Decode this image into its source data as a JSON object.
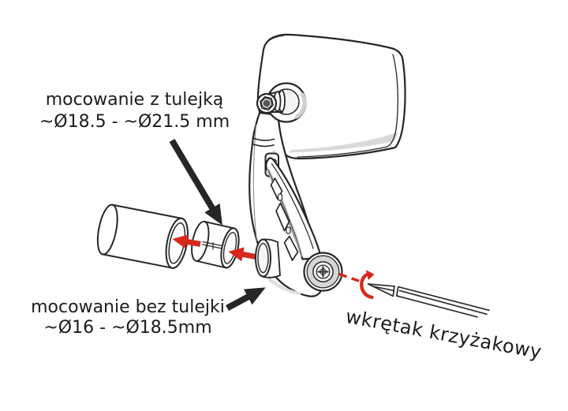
{
  "page": {
    "background": "#ffffff"
  },
  "colors": {
    "line": "#262626",
    "red_accent": "#d8281c",
    "shading": "#d9d9d9",
    "text": "#1c1c1c"
  },
  "labels": {
    "mount_with_sleeve": {
      "line1": "mocowanie z tulejką",
      "line2": "~Ø18.5 - ~Ø21.5 mm"
    },
    "mount_without_sleeve": {
      "line1": "mocowanie bez tulejki",
      "line2": "~Ø16 - ~Ø18.5mm"
    },
    "screwdriver": "wkrętak krzyżakowy"
  },
  "diagram": {
    "parts": [
      "mirror-head",
      "ball-joint",
      "mounting-arm",
      "clamp-lever",
      "clamp-barrel",
      "handlebar-tube",
      "sleeve",
      "phillips-screwdriver"
    ],
    "annotations": {
      "black_pointer_arrows": 2,
      "red_insert_arrows": 2,
      "red_dashed_line": true,
      "red_rotation_arrow": true
    }
  }
}
